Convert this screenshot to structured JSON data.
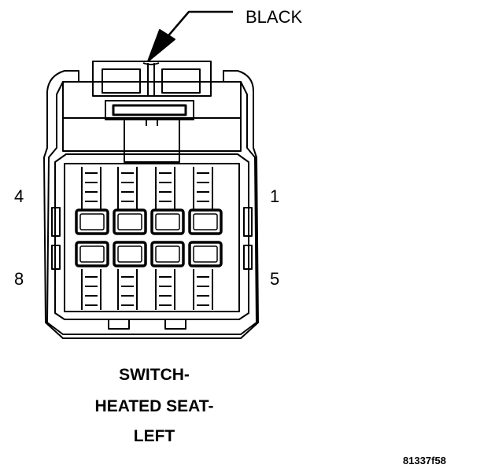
{
  "connector": {
    "color_label": "BLACK",
    "pins": {
      "top_left": "4",
      "top_right": "1",
      "bottom_left": "8",
      "bottom_right": "5"
    },
    "caption": [
      "SWITCH-",
      "HEATED SEAT-",
      "LEFT"
    ],
    "figure_id": "81337f58"
  }
}
